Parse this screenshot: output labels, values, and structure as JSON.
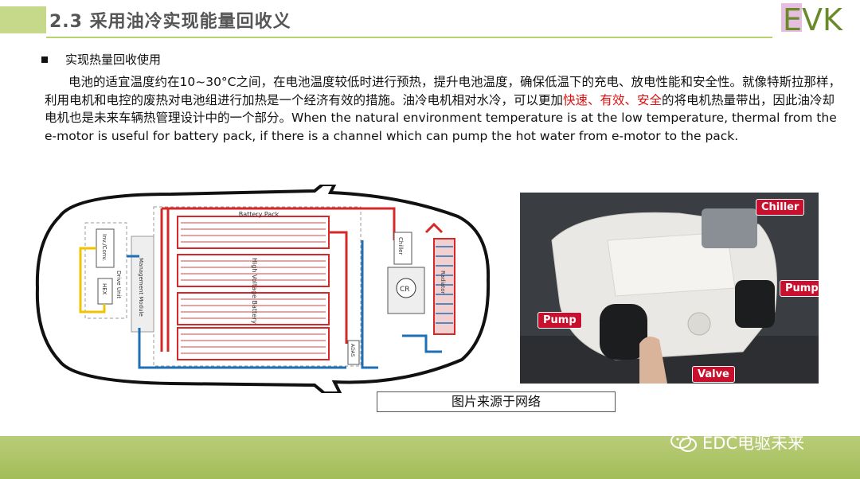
{
  "header": {
    "title": "2.3 采用油冷实现能量回收义",
    "logo_text": "EVK"
  },
  "bullet": {
    "label": "实现热量回收使用"
  },
  "paragraph": {
    "part1": "电池的适宜温度约在10~30°C之间，在电池温度较低时进行预热，提升电池温度，确保低温下的充电、放电性能和安全性。就像特斯拉那样，利用电机和电控的废热对电池组进行加热是一个经济有效的措施。油冷电机相对水冷，可以更加",
    "highlight": "快速、有效、安全",
    "part2": "的将电机热量带出，因此油冷却电机也是未来车辆热管理设计中的一个部分。When the natural environment temperature is at the low temperature, thermal from the e-motor is useful for battery pack, if there is a channel which can pump the hot water from e-motor to the pack."
  },
  "diagram": {
    "battery_pack": "Battery Pack",
    "high_voltage_battery": "High Voltage Battery",
    "management_module": "Management Module",
    "drive_unit": "Drive Unit",
    "inv_conv": "Inv./Conv.",
    "hex": "HEX",
    "chiller": "Chiller",
    "cr": "CR",
    "radiator": "Radiator",
    "adas": "ADAS"
  },
  "photo": {
    "chiller": "Chiller",
    "pump_right": "Pump",
    "pump_left": "Pump",
    "valve": "Valve"
  },
  "caption": "图片来源于网络",
  "footer": {
    "account": "EDC电驱未来"
  },
  "colors": {
    "accent_green": "#b8d070",
    "hot_red": "#d62828",
    "cold_blue": "#1f6fb5"
  }
}
